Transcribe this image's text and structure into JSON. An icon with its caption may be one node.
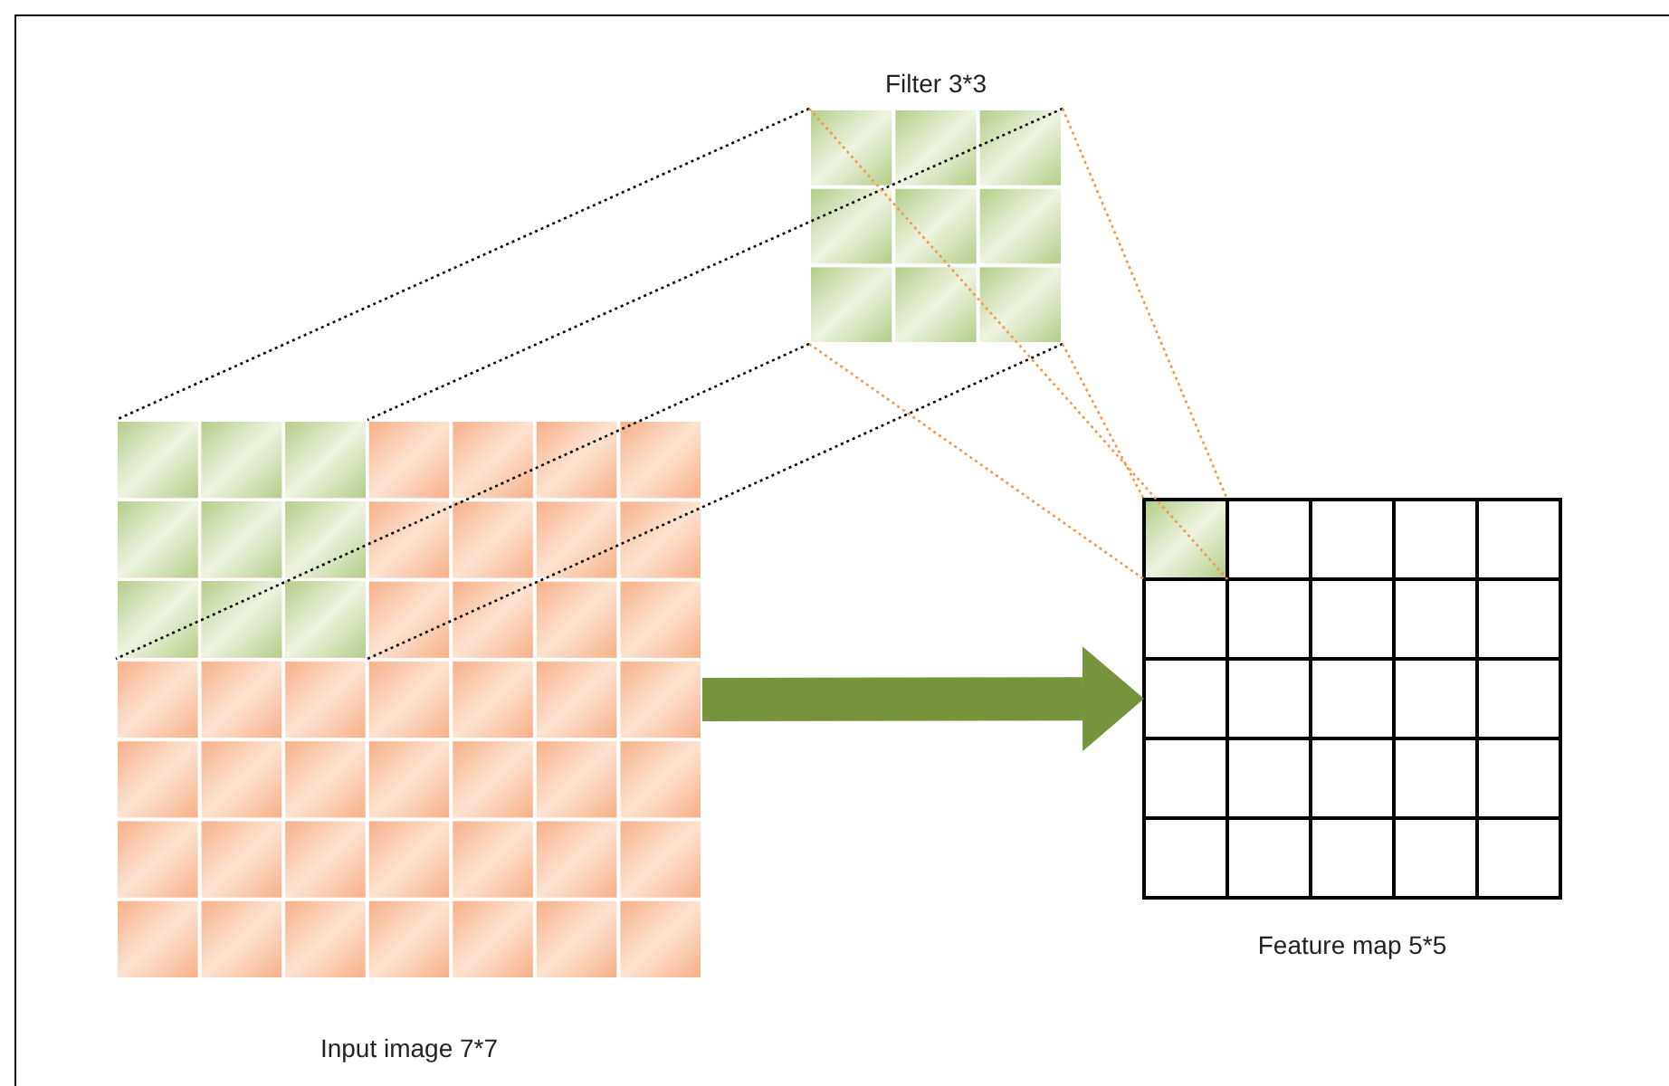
{
  "diagram": {
    "nodes": [
      {
        "text": [
          "Input image 7*7"
        ]
      },
      {
        "text": [],
        "shape": "box",
        "in": 0
      },
      {
        "text": [
          "Filter 3*3"
        ]
      },
      {
        "text": [
          "Feature map 5*5"
        ]
      },
      {
        "text": [],
        "shape": "box",
        "in": 3
      }
    ],
    "edges": [
      {
        "from": 0,
        "to": 3,
        "arrow": "to",
        "style": "thick",
        "color": "#77933c"
      },
      {
        "from": 2,
        "to": 1,
        "arrow": "none",
        "style": "dashed"
      },
      {
        "from": 2,
        "to": 1,
        "arrow": "none",
        "style": "dashed"
      },
      {
        "from": 2,
        "to": 1,
        "arrow": "none",
        "style": "dashed"
      },
      {
        "from": 2,
        "to": 1,
        "arrow": "none",
        "style": "dashed"
      },
      {
        "from": 2,
        "to": 4,
        "arrow": "none",
        "style": "dashed",
        "color": "#f79646"
      },
      {
        "from": 2,
        "to": 4,
        "arrow": "none",
        "style": "dashed",
        "color": "#f79646"
      },
      {
        "from": 2,
        "to": 4,
        "arrow": "none",
        "style": "dashed",
        "color": "#f79646"
      },
      {
        "from": 2,
        "to": 4,
        "arrow": "none",
        "style": "dashed",
        "color": "#f79646"
      }
    ]
  }
}
